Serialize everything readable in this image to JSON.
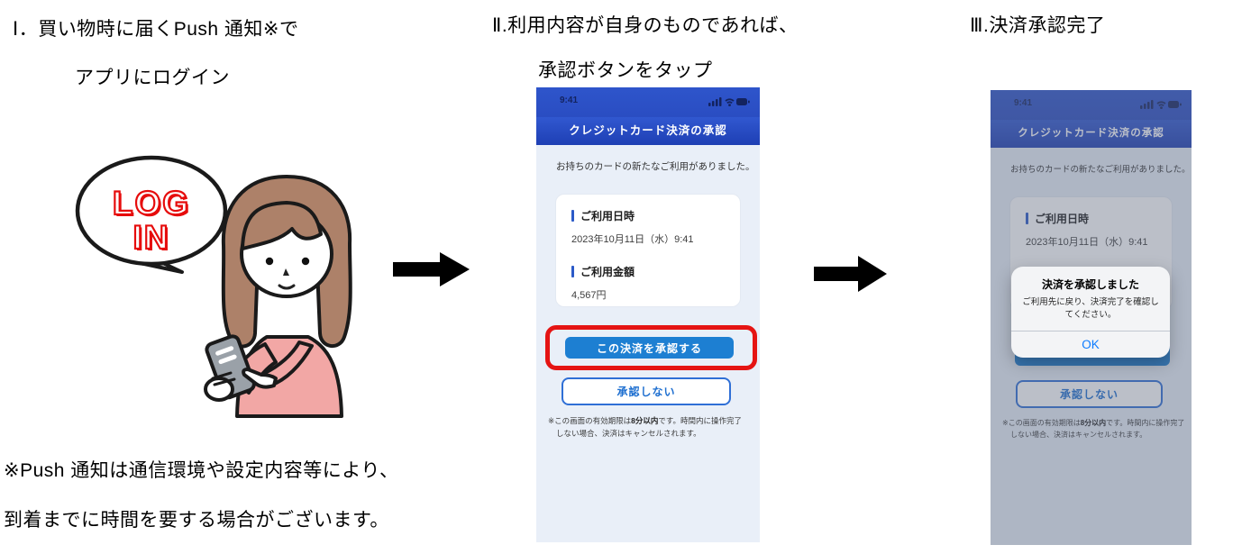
{
  "headings": {
    "step1_line1": "Ⅰ．買い物時に届くPush 通知※で",
    "step1_line2": "アプリにログイン",
    "step2_line1": "Ⅱ.利用内容が自身のものであれば、",
    "step2_line2": "承認ボタンをタップ",
    "step3": "Ⅲ.決済承認完了"
  },
  "page_footnote": {
    "line1": "※Push 通知は通信環境や設定内容等により、",
    "line2": "到着までに時間を要する場合がございます。"
  },
  "illustration": {
    "speech_word1": "LOG",
    "speech_word2": "IN"
  },
  "phone": {
    "status_time": "9:41",
    "header_title": "クレジットカード決済の承認",
    "intro": "お持ちのカードの新たなご利用がありました。",
    "fields": [
      {
        "label": "ご利用日時",
        "value": "2023年10月11日（水）9:41"
      },
      {
        "label": "ご利用金額",
        "value": "4,567円"
      }
    ],
    "approve_label": "この決済を承認する",
    "decline_label": "承認しない",
    "note": {
      "prefix": "※この画面の有効期限は",
      "bold": "8分以内",
      "suffix": "です。時間内に操作完了",
      "line2": "しない場合、決済はキャンセルされます。"
    }
  },
  "dialog": {
    "title": "決済を承認しました",
    "message": "ご利用先に戻り、決済完了を確認してください。",
    "ok_label": "OK"
  },
  "colors": {
    "header_blue": "#2a4dc2",
    "body_blue": "#e9eff8",
    "approve_blue": "#1d7fd2",
    "decline_border_blue": "#2f6fd6",
    "highlight_red": "#e51413",
    "ok_blue": "#0b7bff",
    "login_red": "#e60c0c",
    "arrow_black": "#000000"
  }
}
